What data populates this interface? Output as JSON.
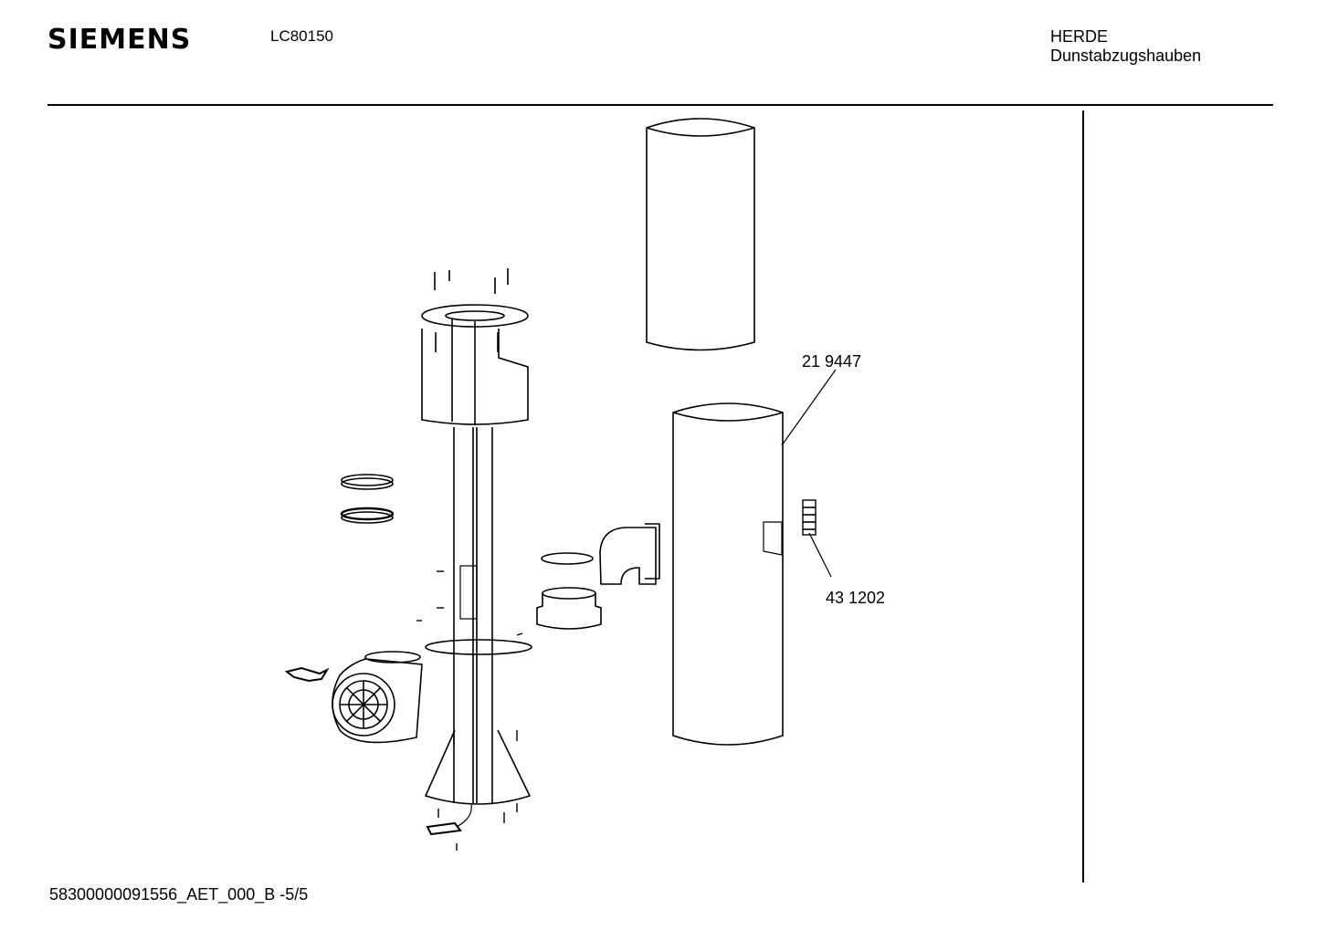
{
  "header": {
    "brand": "SIEMENS",
    "model": "LC80150",
    "category_line1": "HERDE",
    "category_line2": "Dunstabzugshauben"
  },
  "callouts": [
    {
      "part_number": "21 9447"
    },
    {
      "part_number": "43 1202"
    }
  ],
  "footer": {
    "doc_id": "58300000091556_AET_000_B   -5/5"
  }
}
